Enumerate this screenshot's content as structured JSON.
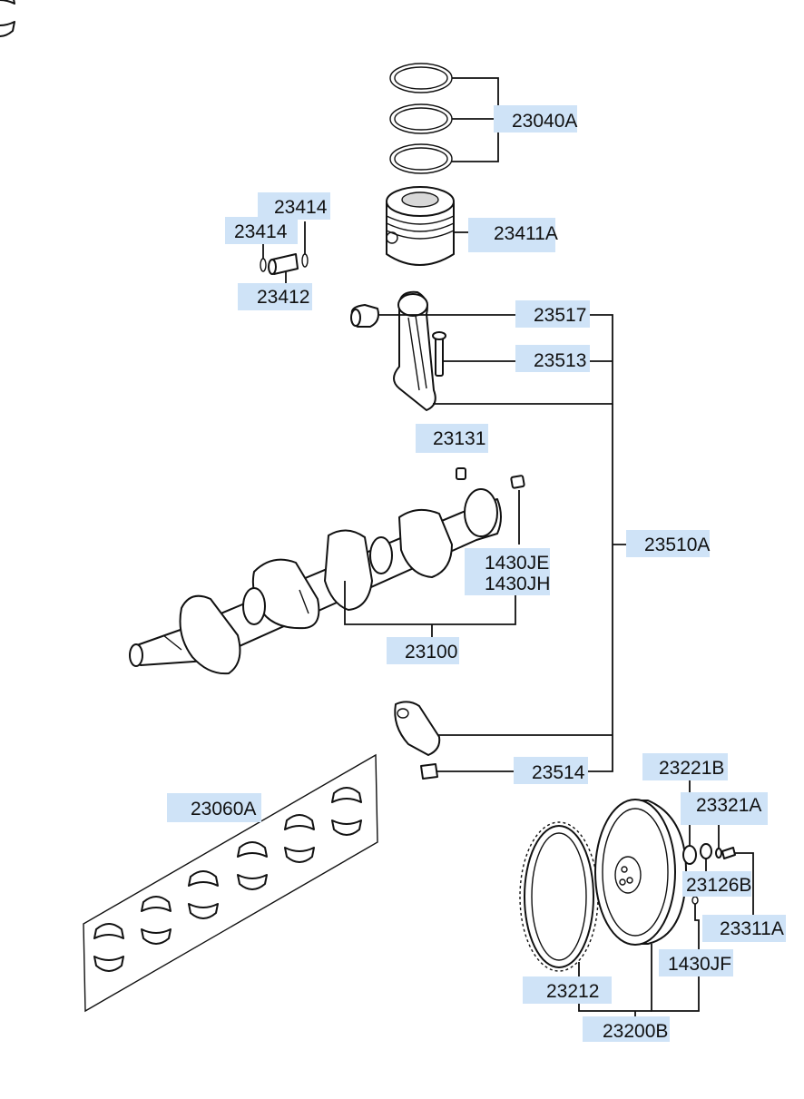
{
  "labels": {
    "rings": "23040A",
    "piston": "23411A",
    "snap_ring_a": "23414",
    "snap_ring_b": "23414",
    "piston_pin": "23412",
    "conrod_bushing": "23517",
    "conrod_bolt": "23513",
    "conrod_assy": "23510A",
    "pin_23131": "23131",
    "bearing_1430je": "1430JE",
    "bearing_1430jh": "1430JH",
    "crankshaft": "23100",
    "bearing_set": "23060A",
    "conrod_nut": "23514",
    "label_23221b": "23221B",
    "label_23321a": "23321A",
    "label_23126b": "23126B",
    "label_23311a": "23311A",
    "ring_gear": "23212",
    "label_1430jf": "1430JF",
    "flywheel_assy": "23200B"
  }
}
